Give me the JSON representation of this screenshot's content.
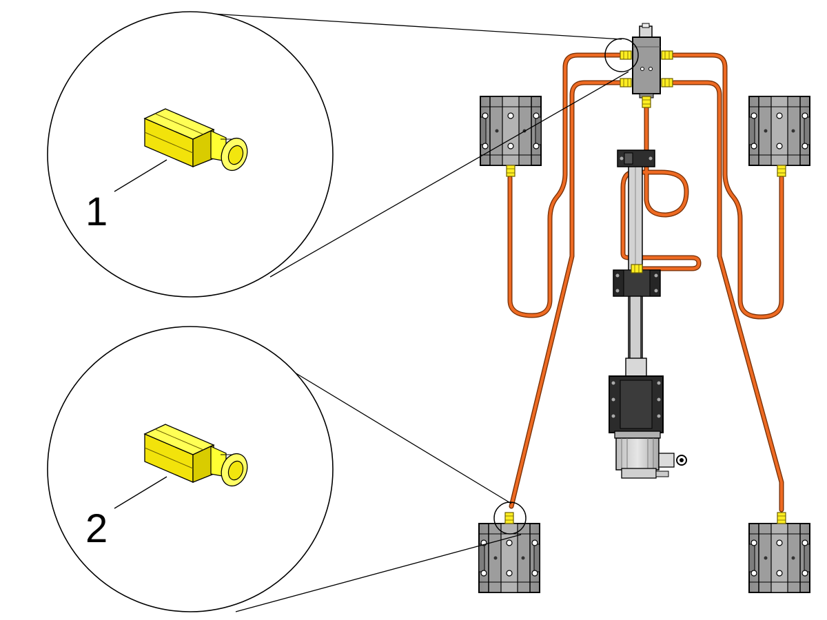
{
  "callouts": [
    {
      "number": "1",
      "part": "fitting"
    },
    {
      "number": "2",
      "part": "fitting"
    }
  ],
  "colors": {
    "tube": "#ee6a22",
    "tube_edge": "#7a3208",
    "fitting": "#ffee22",
    "fitting_edge": "#6b5f00",
    "block": "#9a9a9a",
    "block_dark": "#7a7a7a",
    "metal_dark": "#2e2e2e",
    "metal_light": "#c8c8c8",
    "outline": "#000000"
  },
  "icons": [
    "lubrication-distributor-icon",
    "bearing-block-icon",
    "drive-motor-icon",
    "linear-axis-icon",
    "fitting-icon"
  ]
}
